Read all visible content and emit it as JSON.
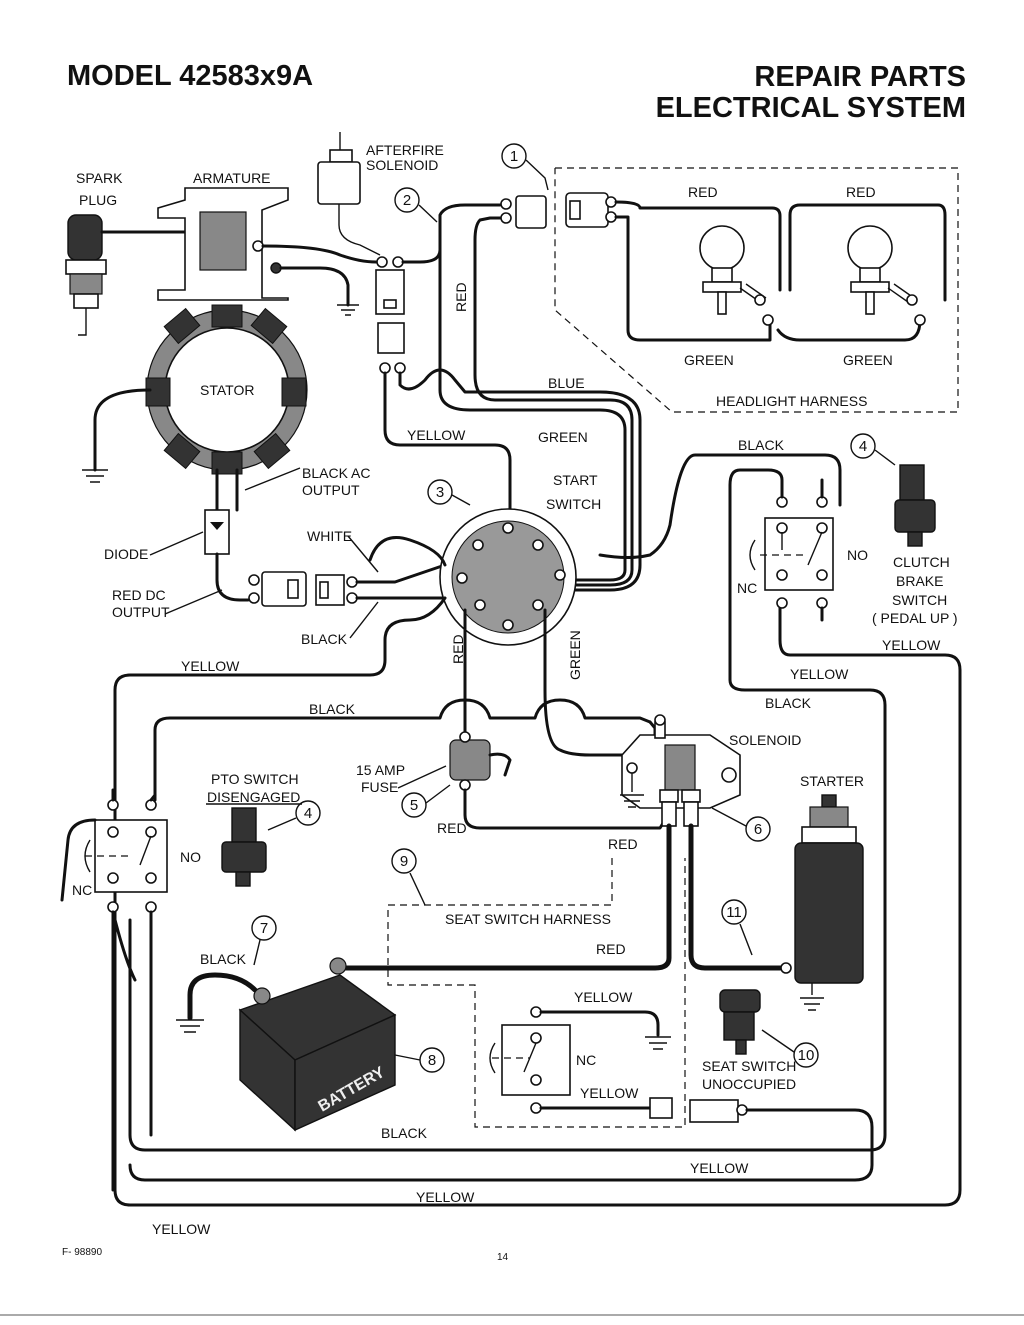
{
  "header": {
    "model": "MODEL 42583x9A",
    "section_line1": "REPAIR PARTS",
    "section_line2": "ELECTRICAL SYSTEM"
  },
  "labels": {
    "spark_plug_1": "SPARK",
    "spark_plug_2": "PLUG",
    "armature": "ARMATURE",
    "afterfire_1": "AFTERFIRE",
    "afterfire_2": "SOLENOID",
    "stator": "STATOR",
    "black_ac_1": "BLACK AC",
    "black_ac_2": "OUTPUT",
    "diode": "DIODE",
    "red_dc_1": "RED DC",
    "red_dc_2": "OUTPUT",
    "white": "WHITE",
    "black": "BLACK",
    "yellow": "YELLOW",
    "green": "GREEN",
    "red": "RED",
    "blue": "BLUE",
    "start_switch_1": "START",
    "start_switch_2": "SWITCH",
    "headlight_harness": "HEADLIGHT HARNESS",
    "clutch_1": "CLUTCH",
    "clutch_2": "BRAKE",
    "clutch_3": "SWITCH",
    "clutch_4": "( PEDAL UP )",
    "no": "NO",
    "nc": "NC",
    "solenoid": "SOLENOID",
    "starter": "STARTER",
    "pto_1": "PTO SWITCH",
    "pto_2": "DISENGAGED",
    "fuse_1": "15 AMP",
    "fuse_2": "FUSE",
    "seat_harness": "SEAT SWITCH HARNESS",
    "seat_switch_1": "SEAT SWITCH",
    "seat_switch_2": "UNOCCUPIED",
    "battery": "BATTERY"
  },
  "callouts": [
    "1",
    "2",
    "3",
    "4",
    "5",
    "6",
    "7",
    "8",
    "9",
    "10",
    "11"
  ],
  "footer": {
    "form_number": "F- 98890",
    "page_number": "14"
  }
}
